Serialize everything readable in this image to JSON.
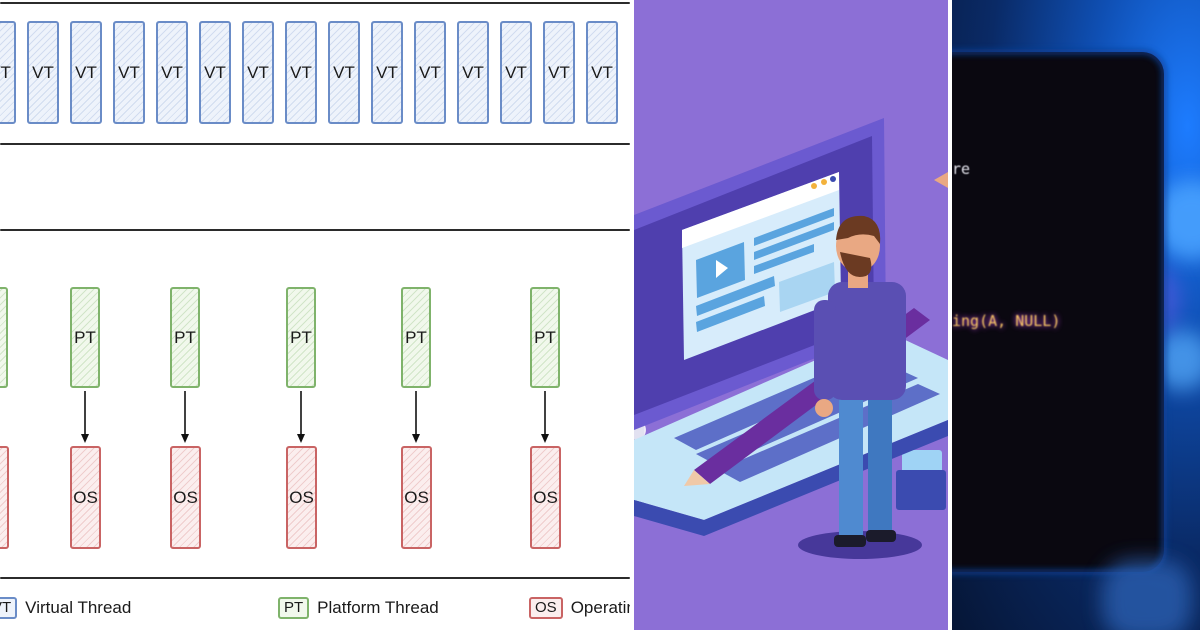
{
  "diagram": {
    "vt_label": "VT",
    "pt_label": "PT",
    "os_label": "OS",
    "legend": {
      "vt": {
        "code": "VT",
        "text": "Virtual Thread",
        "color": "#6a8cc7"
      },
      "pt": {
        "code": "PT",
        "text": "Platform Thread",
        "color": "#7fb36b"
      },
      "os": {
        "code": "OS",
        "text": "Operating System Thread",
        "color": "#c96464"
      }
    }
  },
  "photo": {
    "screen_text": [
      "re",
      "ing(A, NULL)"
    ]
  }
}
